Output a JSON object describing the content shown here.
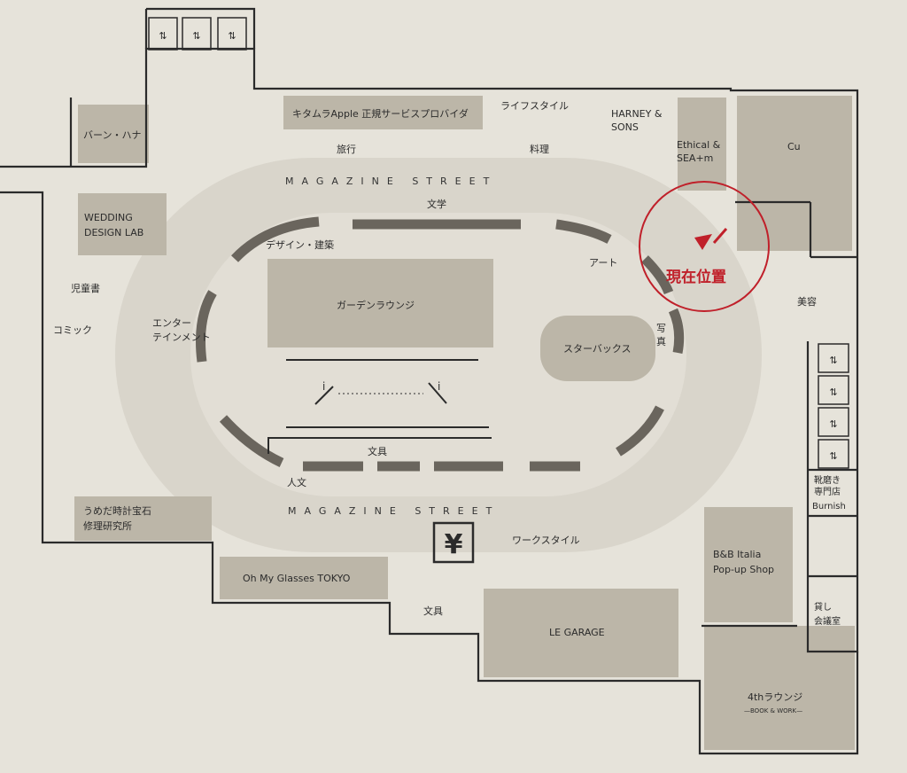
{
  "map": {
    "colors": {
      "paper": "#e6e3da",
      "oval": "#d9d5cb",
      "shop_block": "#bcb6a8",
      "wall": "#2b2b2b",
      "arc_segment": "#6a655d",
      "current_location": "#c0202a"
    },
    "streets": {
      "top": "MAGAZINE STREET",
      "bottom": "MAGAZINE STREET"
    },
    "current_location": {
      "label": "現在位置"
    },
    "shops": {
      "barn_hana": "バーン・ハナ",
      "kitamura": "キタムラApple 正規サービスプロバイダ",
      "harney_1": "HARNEY &",
      "harney_2": "SONS",
      "ethical_1": "Ethical &",
      "ethical_2": "SEA+m",
      "cu": "Cu",
      "wedding_1": "WEDDING",
      "wedding_2": "DESIGN LAB",
      "garden_lounge": "ガーデンラウンジ",
      "starbucks": "スターバックス",
      "umeda_1": "うめだ時計宝石",
      "umeda_2": "修理研究所",
      "oh_my_glasses": "Oh My Glasses TOKYO",
      "le_garage": "LE GARAGE",
      "bb_1": "B&B Italia",
      "bb_2": "Pop-up Shop",
      "shoe_1": "靴磨き",
      "shoe_2": "専門店",
      "shoe_3": "Burnish",
      "rental_1": "貸し",
      "rental_2": "会議室",
      "fourth_lounge": "4thラウンジ",
      "fourth_lounge_sub": "—BOOK & WORK—"
    },
    "sections": {
      "lifestyle": "ライフスタイル",
      "travel": "旅行",
      "cooking": "料理",
      "literature": "文学",
      "design": "デザイン・建築",
      "art": "アート",
      "photo_1": "写",
      "photo_2": "真",
      "children": "児童書",
      "comics": "コミック",
      "ent_1": "エンター",
      "ent_2": "テインメント",
      "stationery_inner": "文具",
      "humanities": "人文",
      "work_style": "ワークスタイル",
      "stationery_outer": "文具",
      "beauty": "美容"
    },
    "facilities": {
      "info": "i",
      "atm_symbol": "¥"
    },
    "icons": {
      "elevator": "elevator-icon",
      "info": "information-icon",
      "atm": "yen-atm-icon",
      "current": "current-location-marker-icon"
    }
  }
}
